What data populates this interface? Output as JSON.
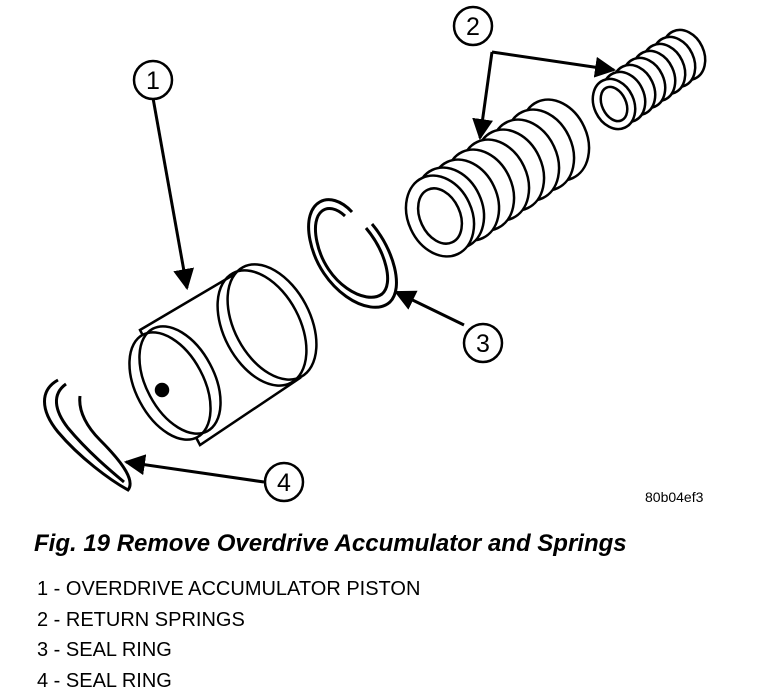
{
  "diagram": {
    "callouts": [
      {
        "id": "1",
        "label": "1"
      },
      {
        "id": "2",
        "label": "2"
      },
      {
        "id": "3",
        "label": "3"
      },
      {
        "id": "4",
        "label": "4"
      }
    ],
    "image_code": "80b04ef3"
  },
  "caption": "Fig. 19 Remove Overdrive Accumulator and Springs",
  "legend": [
    "1 - OVERDRIVE ACCUMULATOR PISTON",
    "2 - RETURN SPRINGS",
    "3 - SEAL RING",
    "4 - SEAL RING"
  ]
}
